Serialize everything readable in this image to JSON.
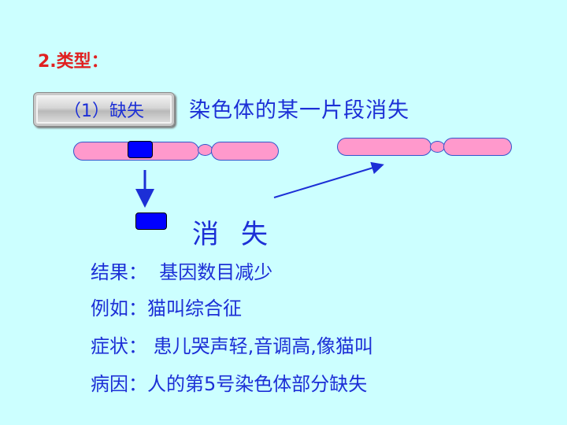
{
  "heading": "2.类型：",
  "type_button_label": "（1）缺失",
  "type_description": "染色体的某一片段消失",
  "lost_label": "消失",
  "info": {
    "result": "结果：  基因数目减少",
    "example": "例如：猫叫综合征",
    "symptom": "症状： 患儿哭声轻,音调高,像猫叫",
    "cause": "病因：人的第5号染色体部分缺失"
  },
  "colors": {
    "background": "#ccffff",
    "heading": "#e02020",
    "text": "#1c2fd6",
    "chromosome": "#ff99cc",
    "deleted_segment": "#0000ff"
  }
}
